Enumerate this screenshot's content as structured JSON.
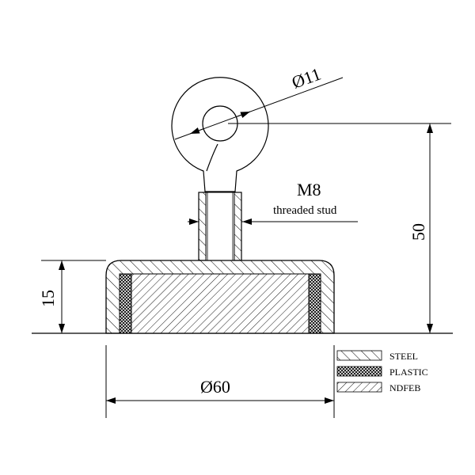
{
  "dimensions": {
    "eye_diameter": "Ø11",
    "thread_size": "M8",
    "thread_note": "threaded stud",
    "total_height": "50",
    "base_height": "15",
    "base_diameter": "Ø60"
  },
  "legend": [
    {
      "label": "STEEL",
      "pattern": "hatch-steel"
    },
    {
      "label": "PLASTIC",
      "pattern": "hatch-plastic"
    },
    {
      "label": "NDFEB",
      "pattern": "hatch-ndfeb"
    }
  ],
  "colors": {
    "line": "#000000",
    "background": "#ffffff"
  }
}
